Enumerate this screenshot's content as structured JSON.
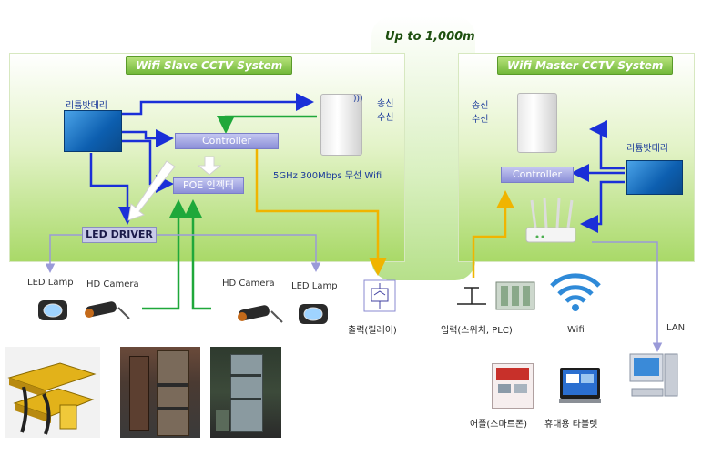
{
  "slave_title": "Wifi Slave CCTV System",
  "master_title": "Wifi Master CCTV System",
  "range_label": "Up to 1,000m",
  "slave": {
    "battery_label": "리튬밧데리",
    "controller_label": "Controller",
    "poe_label": "POE 인젝터",
    "led_driver_label": "LED DRIVER",
    "tx_label": "송신",
    "rx_label": "수신",
    "wifi_spec": "5GHz 300Mbps 무선 Wifi"
  },
  "master": {
    "battery_label": "리튬밧데리",
    "controller_label": "Controller",
    "tx_label": "송신",
    "rx_label": "수신"
  },
  "devices": {
    "led_lamp_left": "LED Lamp",
    "hd_camera_left": "HD Camera",
    "hd_camera_right": "HD Camera",
    "led_lamp_right": "LED Lamp",
    "relay_output": "출력(릴레이)",
    "input_switch": "입력(스위치, PLC)",
    "wifi": "Wifi",
    "lan": "LAN",
    "smartphone_app": "어플(스마트폰)",
    "tablet": "휴대용 타블렛"
  },
  "colors": {
    "blue_line": "#1a2fd8",
    "green_line": "#1fa83a",
    "yellow_line": "#f0b400",
    "lavender_line": "#9a9ad8"
  }
}
